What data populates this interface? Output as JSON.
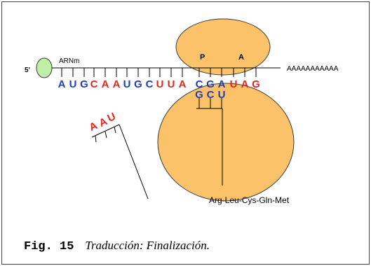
{
  "diagram": {
    "five_prime": "5'",
    "mrna_label": "ARNm",
    "poly_a": "AAAAAAAAAAA",
    "site_p": "P",
    "site_a": "A",
    "mrna_codons": [
      {
        "bases": [
          "A",
          "U",
          "G"
        ],
        "color": "#1f3fb8"
      },
      {
        "bases": [
          "C",
          "A",
          "A"
        ],
        "color": "#e4261f"
      },
      {
        "bases": [
          "U",
          "G",
          "C"
        ],
        "color": "#1f3fb8"
      },
      {
        "bases": [
          "U",
          "U",
          "A"
        ],
        "color": "#e4261f"
      },
      {
        "bases": [
          "C",
          "G",
          "A"
        ],
        "color": "#1f3fb8"
      },
      {
        "bases": [
          "U",
          "A",
          "G"
        ],
        "color": "#e4261f"
      }
    ],
    "trna_p_anticodon": {
      "bases": [
        "G",
        "C",
        "U"
      ],
      "color": "#1f3fb8"
    },
    "trna_free_anticodon": {
      "bases": [
        "A",
        "A",
        "U"
      ],
      "color": "#e4261f"
    },
    "peptide": "Arg-Leu-Cys-Gln-Met",
    "ribosome_color": "#fbc26a",
    "cap_color": "#bfeea5"
  },
  "caption": {
    "figure_number": "Fig. 15",
    "title": "Traducción: Finalización."
  }
}
